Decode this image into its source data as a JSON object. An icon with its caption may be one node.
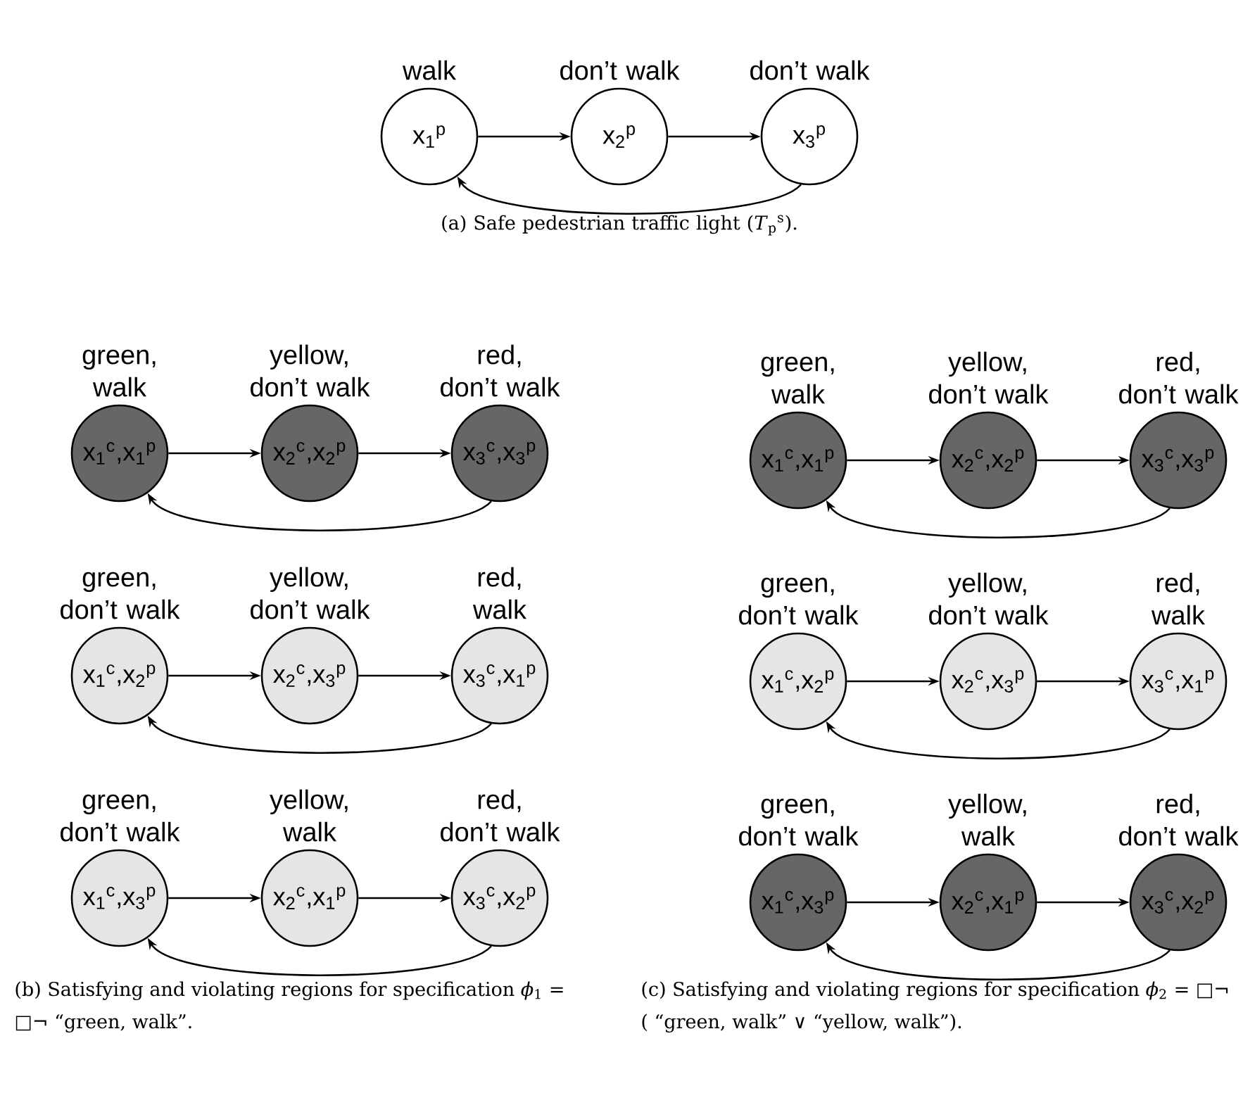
{
  "diagram": {
    "nodes": [
      {
        "text": [
          "x$_{1}$$^{p}$"
        ],
        "beside": [
          "walk"
        ]
      },
      {
        "text": [
          "x$_{2}$$^{p}$"
        ],
        "beside": [
          "don’t walk"
        ]
      },
      {
        "text": [
          "x$_{3}$$^{p}$"
        ],
        "beside": [
          "don’t walk"
        ]
      },
      {
        "text": [
          "x$_{1}$$^{c}$,x$_{1}$$^{p}$"
        ],
        "beside": [
          "green, walk"
        ]
      },
      {
        "text": [
          "x$_{2}$$^{c}$,x$_{2}$$^{p}$"
        ],
        "beside": [
          "yellow, don’t walk"
        ]
      },
      {
        "text": [
          "x$_{3}$$^{c}$,x$_{3}$$^{p}$"
        ],
        "beside": [
          "red, don’t walk"
        ]
      },
      {
        "text": [
          "x$_{1}$$^{c}$,x$_{2}$$^{p}$"
        ],
        "beside": [
          "green, don’t walk"
        ]
      },
      {
        "text": [
          "x$_{2}$$^{c}$,x$_{3}$$^{p}$"
        ],
        "beside": [
          "yellow, don’t walk"
        ]
      },
      {
        "text": [
          "x$_{3}$$^{c}$,x$_{1}$$^{p}$"
        ],
        "beside": [
          "red, walk"
        ]
      },
      {
        "text": [
          "x$_{1}$$^{c}$,x$_{3}$$^{p}$"
        ],
        "beside": [
          "green, don’t walk"
        ]
      },
      {
        "text": [
          "x$_{2}$$^{c}$,x$_{1}$$^{p}$"
        ],
        "beside": [
          "yellow, walk"
        ]
      },
      {
        "text": [
          "x$_{3}$$^{c}$,x$_{2}$$^{p}$"
        ],
        "beside": [
          "red, don’t walk"
        ]
      },
      {
        "text": [
          "x$_{1}$$^{c}$,x$_{1}$$^{p}$"
        ],
        "beside": [
          "green, walk"
        ]
      },
      {
        "text": [
          "x$_{2}$$^{c}$,x$_{2}$$^{p}$"
        ],
        "beside": [
          "yellow, don’t walk"
        ]
      },
      {
        "text": [
          "x$_{3}$$^{c}$,x$_{3}$$^{p}$"
        ],
        "beside": [
          "red, don’t walk"
        ]
      },
      {
        "text": [
          "x$_{1}$$^{c}$,x$_{2}$$^{p}$"
        ],
        "beside": [
          "green, don’t walk"
        ]
      },
      {
        "text": [
          "x$_{2}$$^{c}$,x$_{3}$$^{p}$"
        ],
        "beside": [
          "yellow, don’t walk"
        ]
      },
      {
        "text": [
          "x$_{3}$$^{c}$,x$_{1}$$^{p}$"
        ],
        "beside": [
          "red, walk"
        ]
      },
      {
        "text": [
          "x$_{1}$$^{c}$,x$_{3}$$^{p}$"
        ],
        "beside": [
          "green, don’t walk"
        ]
      },
      {
        "text": [
          "x$_{2}$$^{c}$,x$_{1}$$^{p}$"
        ],
        "beside": [
          "yellow, walk"
        ]
      },
      {
        "text": [
          "x$_{3}$$^{c}$,x$_{2}$$^{p}$"
        ],
        "beside": [
          "red, don’t walk"
        ]
      }
    ],
    "edges": [
      {
        "from": 0,
        "to": 1,
        "arrow": "to"
      },
      {
        "from": 1,
        "to": 2,
        "arrow": "to"
      },
      {
        "from": 2,
        "to": 0,
        "arrow": "to"
      },
      {
        "from": 3,
        "to": 4,
        "arrow": "to"
      },
      {
        "from": 4,
        "to": 5,
        "arrow": "to"
      },
      {
        "from": 5,
        "to": 3,
        "arrow": "to"
      },
      {
        "from": 6,
        "to": 7,
        "arrow": "to"
      },
      {
        "from": 7,
        "to": 8,
        "arrow": "to"
      },
      {
        "from": 8,
        "to": 6,
        "arrow": "to"
      },
      {
        "from": 9,
        "to": 10,
        "arrow": "to"
      },
      {
        "from": 10,
        "to": 11,
        "arrow": "to"
      },
      {
        "from": 11,
        "to": 9,
        "arrow": "to"
      },
      {
        "from": 12,
        "to": 13,
        "arrow": "to"
      },
      {
        "from": 13,
        "to": 14,
        "arrow": "to"
      },
      {
        "from": 14,
        "to": 12,
        "arrow": "to"
      },
      {
        "from": 15,
        "to": 16,
        "arrow": "to"
      },
      {
        "from": 16,
        "to": 17,
        "arrow": "to"
      },
      {
        "from": 17,
        "to": 15,
        "arrow": "to"
      },
      {
        "from": 18,
        "to": 19,
        "arrow": "to"
      },
      {
        "from": 19,
        "to": 20,
        "arrow": "to"
      },
      {
        "from": 20,
        "to": 18,
        "arrow": "to"
      }
    ],
    "labels": [
      "(a) Safe pedestrian traffic light (*T*$_{p}$$^{s}$).",
      "(b) Satisfying and violating regions for specification *ϕ*$_{1}$ = □¬ “green, walk”.",
      "(c) Satisfying and violating regions for specification *ϕ*$_{2}$ = □¬ ( “green, walk” ∨ “yellow, walk”)."
    ]
  }
}
